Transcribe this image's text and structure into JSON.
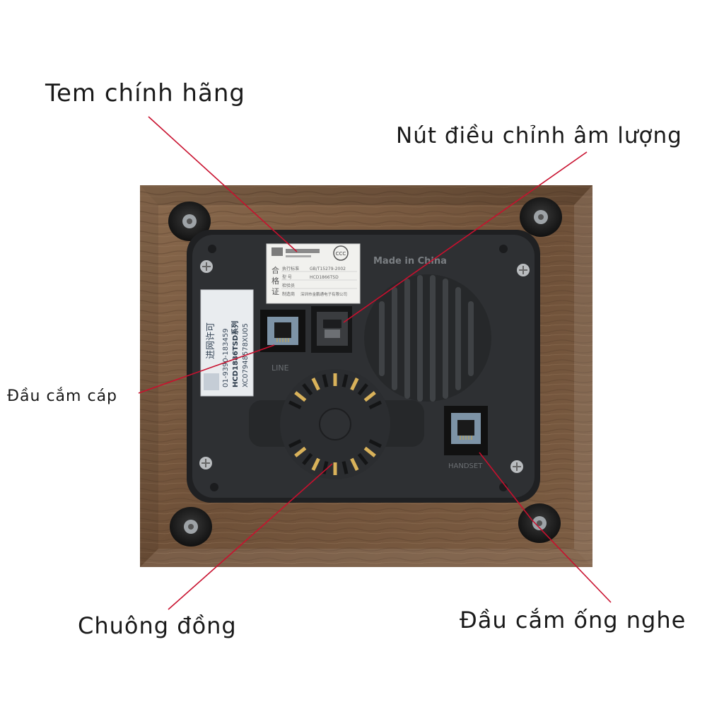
{
  "labels": {
    "genuine_stamp": "Tem chính hãng",
    "volume_knob": "Nút điều chỉnh âm lượng",
    "cable_jack": "Đầu cắm cáp",
    "bell": "Chuông đồng",
    "handset_jack": "Đầu cắm ống nghe"
  },
  "device": {
    "made_in": "Made in China",
    "line_port": "LINE",
    "handset_port": "HANDSET",
    "label_cert": {
      "chars": [
        "合",
        "格",
        "证"
      ],
      "row1_key": "执行标准",
      "row1_val": "GB/T15279-2002",
      "row2_key": "型  号",
      "row2_val": "HCD1866TSD",
      "row3_key": "检验员",
      "row4_key": "制造商",
      "row4_val": "深圳市金鹏通电子有限公司",
      "cc_mark": "CCC"
    },
    "label_license": {
      "title": "进网许可",
      "line1": "01-9390-183459",
      "line2": "HCD1886TSD系列",
      "line3": "XC07948578XU05"
    }
  },
  "colors": {
    "callout_line": "#c8102e",
    "wood": "#7a5b42",
    "panel": "#2e3033"
  }
}
